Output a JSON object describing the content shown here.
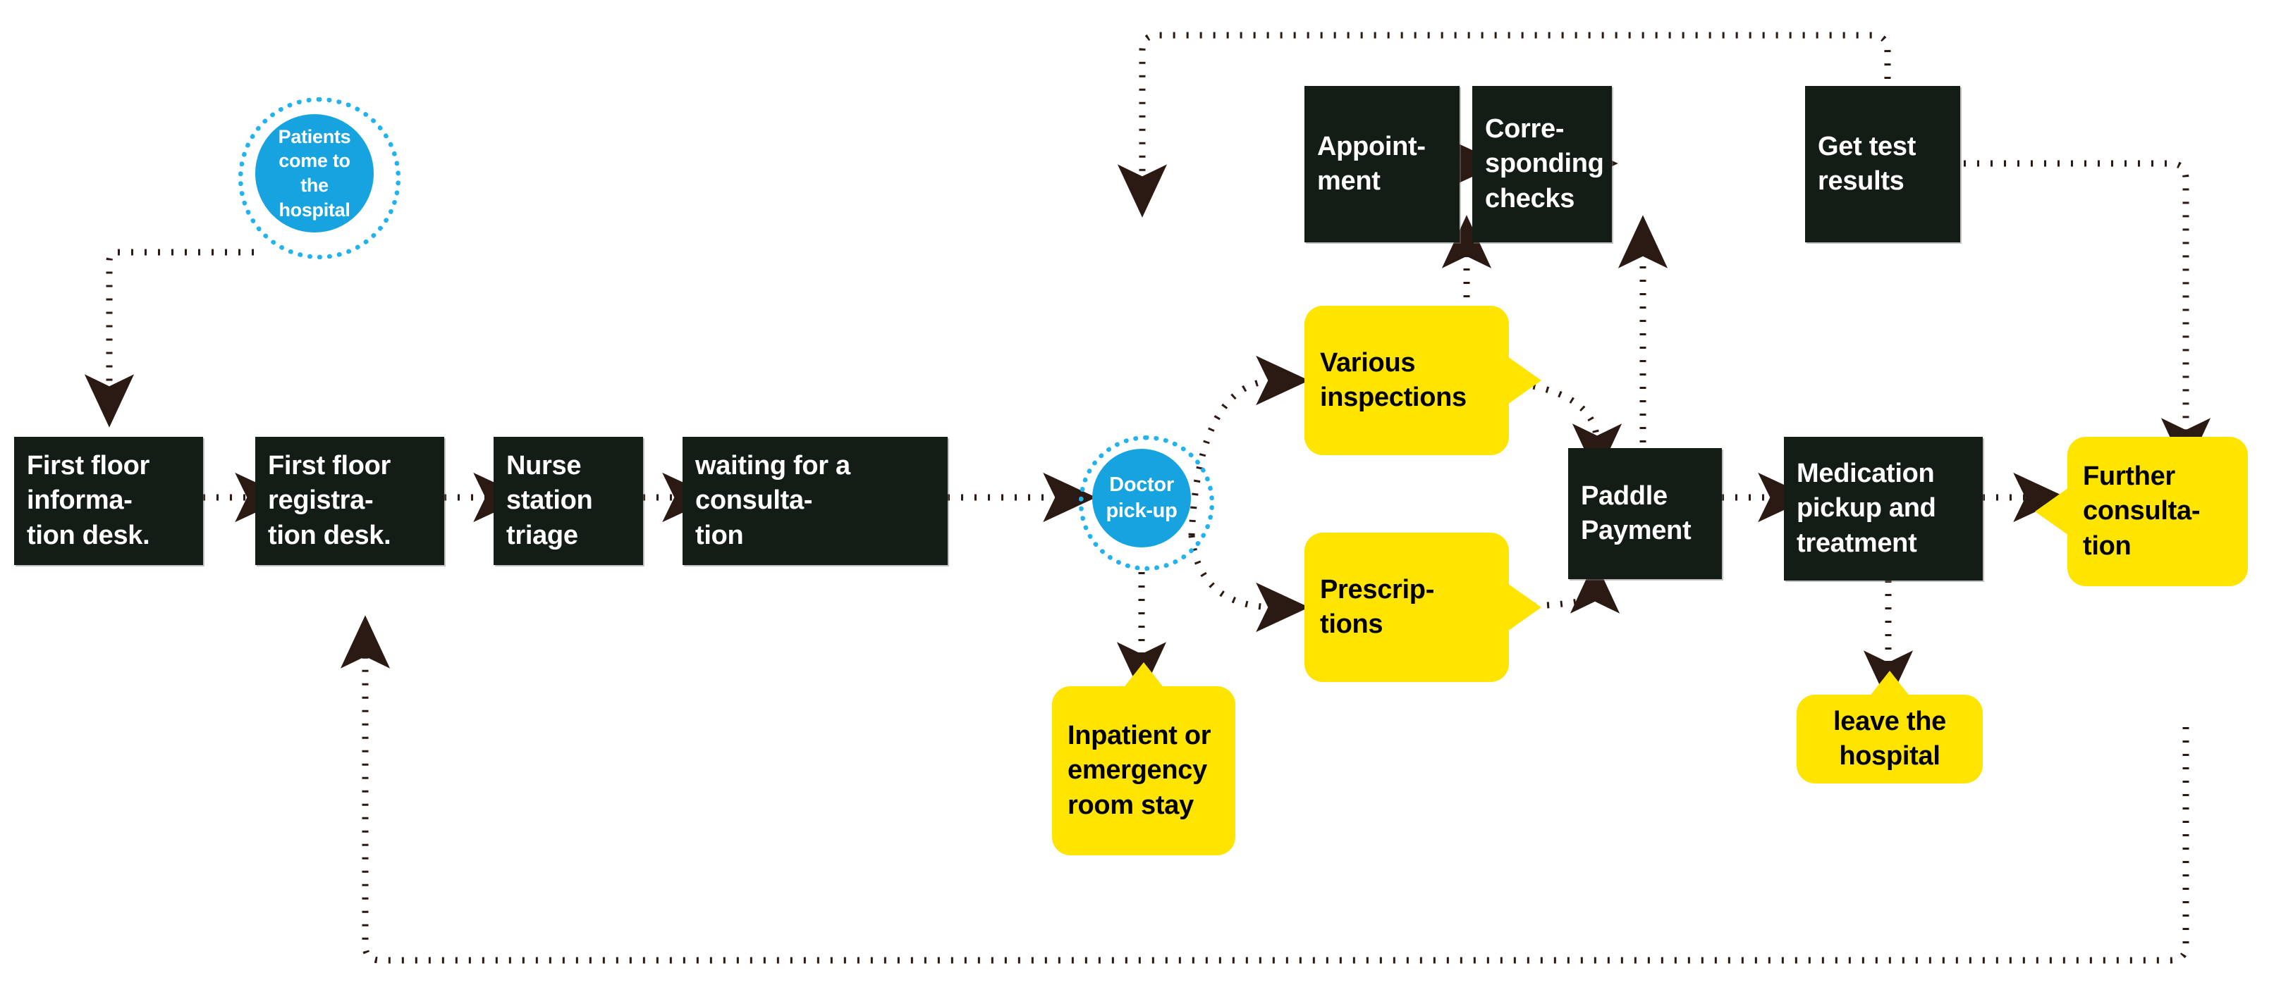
{
  "diagram": {
    "title": "Hospital outpatient visit process flow",
    "colors": {
      "box_fill": "#141c16",
      "box_text": "#ffffff",
      "callout_fill": "#ffe400",
      "callout_text": "#000000",
      "circle_fill": "#16a3e0",
      "circle_ring": "#22b3ee",
      "connector": "#2b1a14",
      "background": "#ffffff"
    },
    "nodes": {
      "patients_come": {
        "label": "Patients come to the hospital",
        "shape": "circle",
        "color": "#16a3e0"
      },
      "info_desk": {
        "label": "First floor informa-\ntion desk.",
        "shape": "rect",
        "color": "#141c16"
      },
      "registration_desk": {
        "label": "First floor registra-\ntion desk.",
        "shape": "rect",
        "color": "#141c16"
      },
      "nurse_triage": {
        "label": "Nurse station triage",
        "shape": "rect",
        "color": "#141c16"
      },
      "waiting_consultation": {
        "label": "waiting for a consulta-\ntion",
        "shape": "rect",
        "color": "#141c16"
      },
      "doctor_pickup": {
        "label": "Doctor pick-up",
        "shape": "circle",
        "color": "#16a3e0"
      },
      "inpatient_stay": {
        "label": "Inpatient or emergency room stay",
        "shape": "callout",
        "color": "#ffe400"
      },
      "various_inspections": {
        "label": "Various inspections",
        "shape": "callout",
        "color": "#ffe400"
      },
      "prescriptions": {
        "label": "Prescrip-\ntions",
        "shape": "callout",
        "color": "#ffe400"
      },
      "appointment": {
        "label": "Appoint-\nment",
        "shape": "rect",
        "color": "#141c16"
      },
      "corresponding_checks": {
        "label": "Corre-\nsponding checks",
        "shape": "rect",
        "color": "#141c16"
      },
      "get_test_results": {
        "label": "Get test results",
        "shape": "rect",
        "color": "#141c16"
      },
      "paddle_payment": {
        "label": "Paddle Payment",
        "shape": "rect",
        "color": "#141c16"
      },
      "medication_pickup": {
        "label": "Medication pickup and treatment",
        "shape": "rect",
        "color": "#141c16"
      },
      "leave_hospital": {
        "label": "leave the hospital",
        "shape": "callout",
        "color": "#ffe400"
      },
      "further_consultation": {
        "label": "Further consulta-\ntion",
        "shape": "callout",
        "color": "#ffe400"
      }
    },
    "edges": [
      {
        "from": "patients_come",
        "to": "info_desk",
        "style": "dotted",
        "arrow": "down"
      },
      {
        "from": "info_desk",
        "to": "registration_desk",
        "style": "dotted",
        "arrow": "right"
      },
      {
        "from": "registration_desk",
        "to": "nurse_triage",
        "style": "dotted",
        "arrow": "right"
      },
      {
        "from": "nurse_triage",
        "to": "waiting_consultation",
        "style": "dotted",
        "arrow": "right"
      },
      {
        "from": "waiting_consultation",
        "to": "doctor_pickup",
        "style": "dotted",
        "arrow": "right"
      },
      {
        "from": "doctor_pickup",
        "to": "various_inspections",
        "style": "dotted",
        "arrow": "right"
      },
      {
        "from": "doctor_pickup",
        "to": "prescriptions",
        "style": "dotted",
        "arrow": "right"
      },
      {
        "from": "doctor_pickup",
        "to": "inpatient_stay",
        "style": "dotted",
        "arrow": "down"
      },
      {
        "from": "various_inspections",
        "to": "paddle_payment",
        "style": "dotted",
        "arrow": "down"
      },
      {
        "from": "prescriptions",
        "to": "paddle_payment",
        "style": "dotted",
        "arrow": "up"
      },
      {
        "from": "paddle_payment",
        "to": "appointment",
        "style": "dotted",
        "arrow": "up"
      },
      {
        "from": "paddle_payment",
        "to": "corresponding_checks",
        "style": "dotted",
        "arrow": "up"
      },
      {
        "from": "appointment",
        "to": "corresponding_checks",
        "style": "dotted",
        "arrow": "right"
      },
      {
        "from": "corresponding_checks",
        "to": "get_test_results",
        "style": "dotted",
        "arrow": "right"
      },
      {
        "from": "get_test_results",
        "to": "doctor_pickup",
        "style": "dotted",
        "arrow": "down"
      },
      {
        "from": "get_test_results",
        "to": "further_consultation",
        "style": "dotted",
        "arrow": "down"
      },
      {
        "from": "paddle_payment",
        "to": "medication_pickup",
        "style": "dotted",
        "arrow": "right"
      },
      {
        "from": "medication_pickup",
        "to": "further_consultation",
        "style": "dotted",
        "arrow": "right"
      },
      {
        "from": "medication_pickup",
        "to": "leave_hospital",
        "style": "dotted",
        "arrow": "down"
      },
      {
        "from": "further_consultation",
        "to": "registration_desk",
        "style": "dotted",
        "arrow": "left"
      }
    ]
  }
}
